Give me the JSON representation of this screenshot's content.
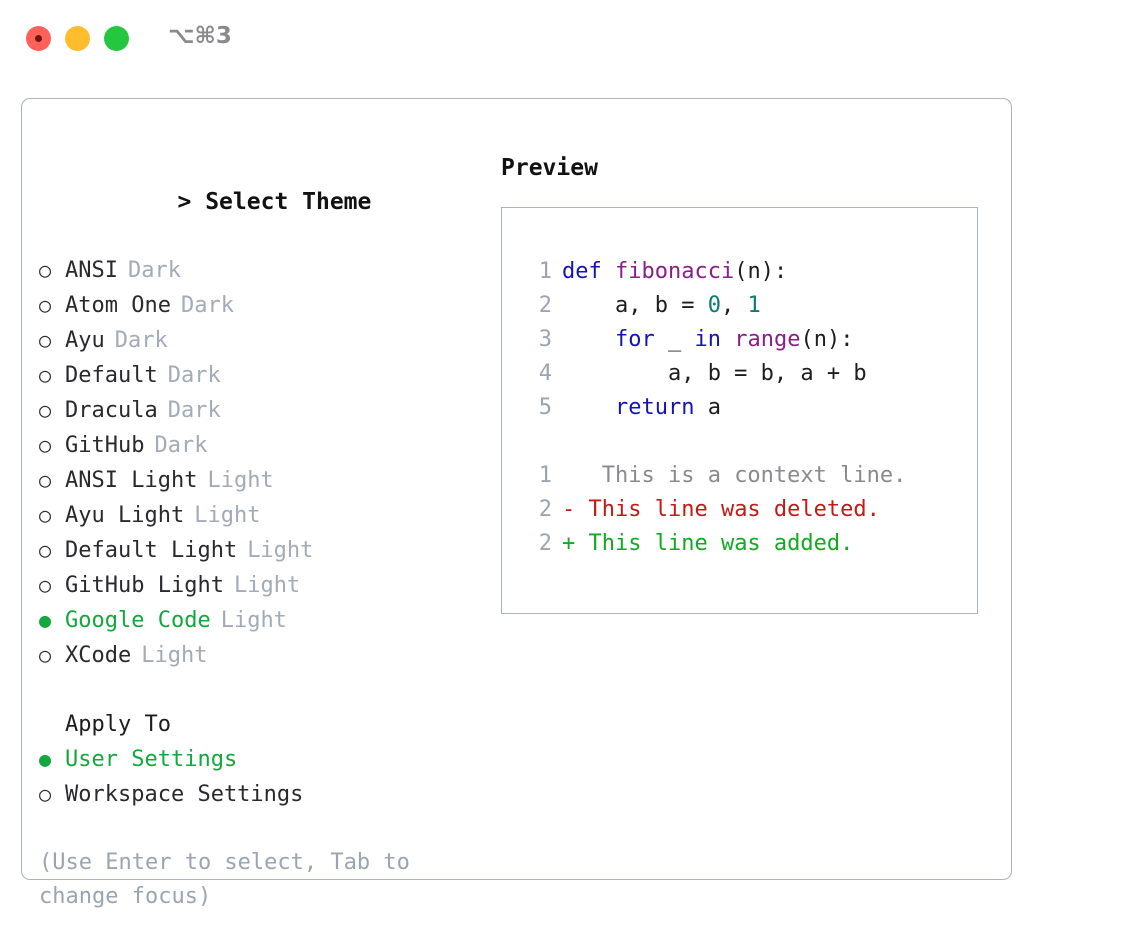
{
  "titlebar": {
    "shortcut": "⌥⌘3",
    "lights": [
      "close",
      "minimize",
      "maximize"
    ]
  },
  "left": {
    "heading_marker": ">",
    "heading": "Select Theme",
    "themes": [
      {
        "marker": "○",
        "name": "ANSI",
        "kind": "Dark",
        "selected": false
      },
      {
        "marker": "○",
        "name": "Atom One",
        "kind": "Dark",
        "selected": false
      },
      {
        "marker": "○",
        "name": "Ayu",
        "kind": "Dark",
        "selected": false
      },
      {
        "marker": "○",
        "name": "Default",
        "kind": "Dark",
        "selected": false
      },
      {
        "marker": "○",
        "name": "Dracula",
        "kind": "Dark",
        "selected": false
      },
      {
        "marker": "○",
        "name": "GitHub",
        "kind": "Dark",
        "selected": false
      },
      {
        "marker": "○",
        "name": "ANSI Light",
        "kind": "Light",
        "selected": false
      },
      {
        "marker": "○",
        "name": "Ayu Light",
        "kind": "Light",
        "selected": false
      },
      {
        "marker": "○",
        "name": "Default Light",
        "kind": "Light",
        "selected": false
      },
      {
        "marker": "○",
        "name": "GitHub Light",
        "kind": "Light",
        "selected": false
      },
      {
        "marker": "●",
        "name": "Google Code",
        "kind": "Light",
        "selected": true
      },
      {
        "marker": "○",
        "name": "XCode",
        "kind": "Light",
        "selected": false
      }
    ],
    "apply_to_heading": "Apply To",
    "apply_to": [
      {
        "marker": "●",
        "name": "User Settings",
        "selected": true
      },
      {
        "marker": "○",
        "name": "Workspace Settings",
        "selected": false
      }
    ],
    "hint": "(Use Enter to select, Tab to change focus)"
  },
  "right": {
    "title": "Preview",
    "code_lines": [
      {
        "no": "1",
        "tokens": [
          {
            "t": "def",
            "c": "kw"
          },
          {
            "t": " ",
            "c": "punc"
          },
          {
            "t": "fibonacci",
            "c": "fn"
          },
          {
            "t": "(n):",
            "c": "punc"
          }
        ]
      },
      {
        "no": "2",
        "tokens": [
          {
            "t": "    a, b = ",
            "c": "id"
          },
          {
            "t": "0",
            "c": "num"
          },
          {
            "t": ", ",
            "c": "id"
          },
          {
            "t": "1",
            "c": "num"
          }
        ]
      },
      {
        "no": "3",
        "tokens": [
          {
            "t": "    ",
            "c": "id"
          },
          {
            "t": "for",
            "c": "kw"
          },
          {
            "t": " _ ",
            "c": "id"
          },
          {
            "t": "in",
            "c": "kw"
          },
          {
            "t": " ",
            "c": "id"
          },
          {
            "t": "range",
            "c": "fn"
          },
          {
            "t": "(n):",
            "c": "punc"
          }
        ]
      },
      {
        "no": "4",
        "tokens": [
          {
            "t": "        a, b = b, a + b",
            "c": "id"
          }
        ]
      },
      {
        "no": "5",
        "tokens": [
          {
            "t": "    ",
            "c": "id"
          },
          {
            "t": "return",
            "c": "kw"
          },
          {
            "t": " a",
            "c": "id"
          }
        ]
      }
    ],
    "diff_lines": [
      {
        "no": "1",
        "sign": " ",
        "text": "  This is a context line.",
        "kind": "ctx"
      },
      {
        "no": "2",
        "sign": "-",
        "text": " This line was deleted.",
        "kind": "del"
      },
      {
        "no": "2",
        "sign": "+",
        "text": " This line was added.",
        "kind": "add"
      }
    ]
  },
  "colors": {
    "accent_green": "#12a83d",
    "muted": "#9aa5b1",
    "border": "#aab3bf",
    "keyword": "#1414b4",
    "function": "#8a1f8a",
    "number": "#0b7a75",
    "diff_add": "#11aa22",
    "diff_del": "#c41a16",
    "diff_ctx": "#8b8b8f"
  }
}
